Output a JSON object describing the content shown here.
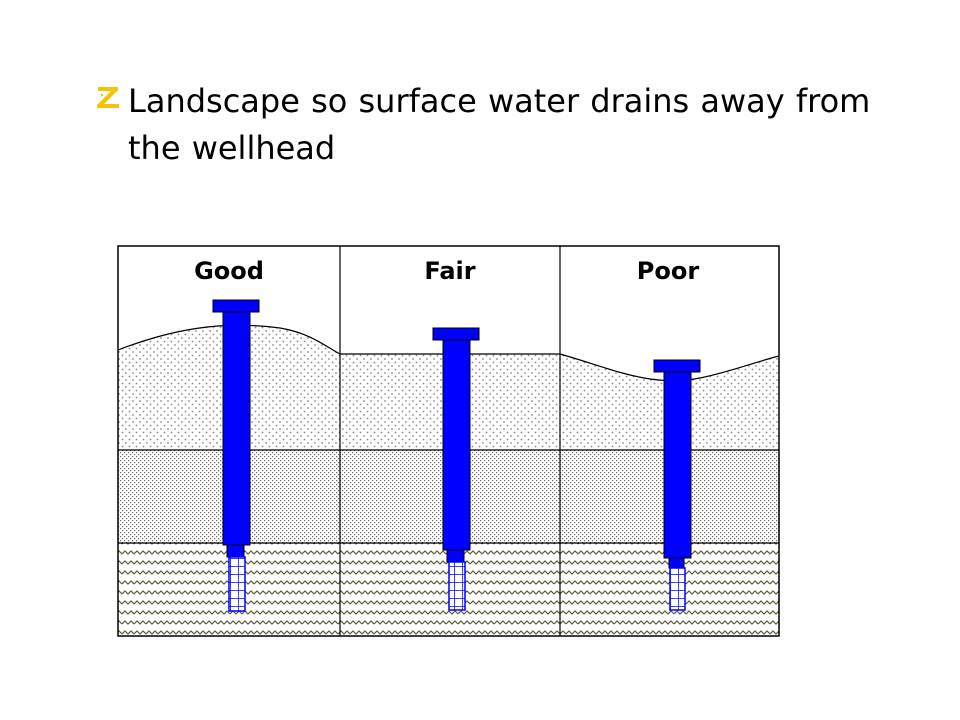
{
  "slide": {
    "bullet_icon": "z-bullet-icon",
    "bullet_color": "#f5c400",
    "bullet_line_1": "Landscape so surface water drains away from",
    "bullet_line_2": "the wellhead"
  },
  "diagram": {
    "panels": [
      {
        "label": "Good"
      },
      {
        "label": "Fair"
      },
      {
        "label": "Poor"
      }
    ],
    "colors": {
      "casing": "#0000ff",
      "outline": "#000000",
      "soil_dots": "#9a9a9a",
      "sand": "#c8c8c8",
      "wave": "#5a5a3a"
    }
  }
}
